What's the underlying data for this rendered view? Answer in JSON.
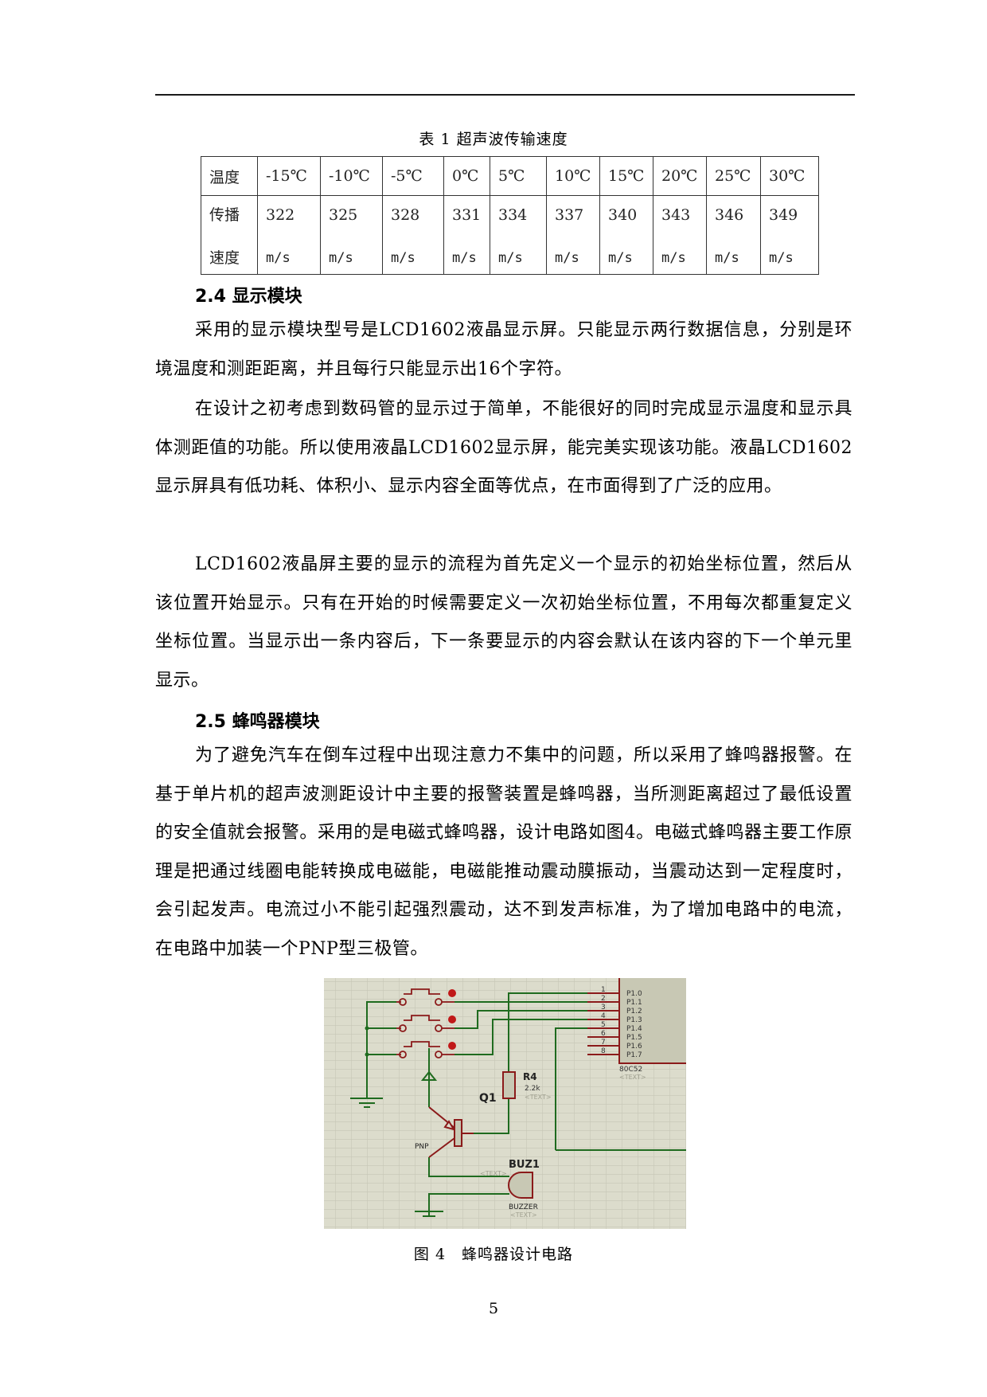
{
  "header": {
    "rule": true
  },
  "table": {
    "caption": "表 1 超声波传输速度",
    "row_headers": {
      "temperature": "温度",
      "speed_line1": "传播",
      "speed_line2": "速度"
    },
    "temperatures": [
      "-15℃",
      "-10℃",
      "-5℃",
      "0℃",
      "5℃",
      "10℃",
      "15℃",
      "20℃",
      "25℃",
      "30℃"
    ],
    "speeds": [
      "322",
      "325",
      "328",
      "331",
      "334",
      "337",
      "340",
      "343",
      "346",
      "349"
    ],
    "unit": "m/s"
  },
  "chart_data": {
    "type": "table",
    "title": "表 1 超声波传输速度",
    "columns": [
      "温度",
      "传播速度 (m/s)"
    ],
    "rows": [
      [
        "-15℃",
        322
      ],
      [
        "-10℃",
        325
      ],
      [
        "-5℃",
        328
      ],
      [
        "0℃",
        331
      ],
      [
        "5℃",
        334
      ],
      [
        "10℃",
        337
      ],
      [
        "15℃",
        340
      ],
      [
        "20℃",
        343
      ],
      [
        "25℃",
        346
      ],
      [
        "30℃",
        349
      ]
    ]
  },
  "sections": [
    {
      "heading": "2.4 显示模块",
      "paragraphs": [
        "采用的显示模块型号是LCD1602液晶显示屏。只能显示两行数据信息，分别是环境温度和测距距离，并且每行只能显示出16个字符。",
        "在设计之初考虑到数码管的显示过于简单，不能很好的同时完成显示温度和显示具体测距值的功能。所以使用液晶LCD1602显示屏，能完美实现该功能。液晶LCD1602显示屏具有低功耗、体积小、显示内容全面等优点，在市面得到了广泛的应用。",
        "LCD1602液晶屏主要的显示的流程为首先定义一个显示的初始坐标位置，然后从该位置开始显示。只有在开始的时候需要定义一次初始坐标位置，不用每次都重复定义坐标位置。当显示出一条内容后，下一条要显示的内容会默认在该内容的下一个单元里显示。"
      ]
    },
    {
      "heading": "2.5 蜂鸣器模块",
      "paragraphs": [
        "为了避免汽车在倒车过程中出现注意力不集中的问题，所以采用了蜂鸣器报警。在基于单片机的超声波测距设计中主要的报警装置是蜂鸣器，当所测距离超过了最低设置的安全值就会报警。采用的是电磁式蜂鸣器，设计电路如图4。电磁式蜂鸣器主要工作原理是把通过线圈电能转换成电磁能，电磁能推动震动膜振动，当震动达到一定程度时，会引起发声。电流过小不能引起强烈震动，达不到发声标准，为了增加电路中的电流，在电路中加装一个PNP型三极管。"
      ]
    }
  ],
  "figure": {
    "caption": "图 4　蜂鸣器设计电路",
    "colors": {
      "background": "#dcdccc",
      "grid": "#c6c6b6",
      "wire": "#1f6b1f",
      "pin": "#8b1a1a",
      "body": "#c8c8b4"
    },
    "chip": {
      "name": "80C52",
      "text": "<TEXT>",
      "pins": [
        "P1.0",
        "P1.1",
        "P1.2",
        "P1.3",
        "P1.4",
        "P1.5",
        "P1.6",
        "P1.7"
      ],
      "pin_numbers": [
        "1",
        "2",
        "3",
        "4",
        "5",
        "6",
        "7",
        "8"
      ]
    },
    "resistor": {
      "ref": "R4",
      "value": "2.2k",
      "text": "<TEXT>"
    },
    "transistor": {
      "ref": "Q1",
      "type": "PNP"
    },
    "buzzer": {
      "ref": "BUZ1",
      "type": "BUZZER",
      "text_top": "<TEXT>",
      "text_bottom": "<TEXT>"
    }
  },
  "page_number": "5"
}
